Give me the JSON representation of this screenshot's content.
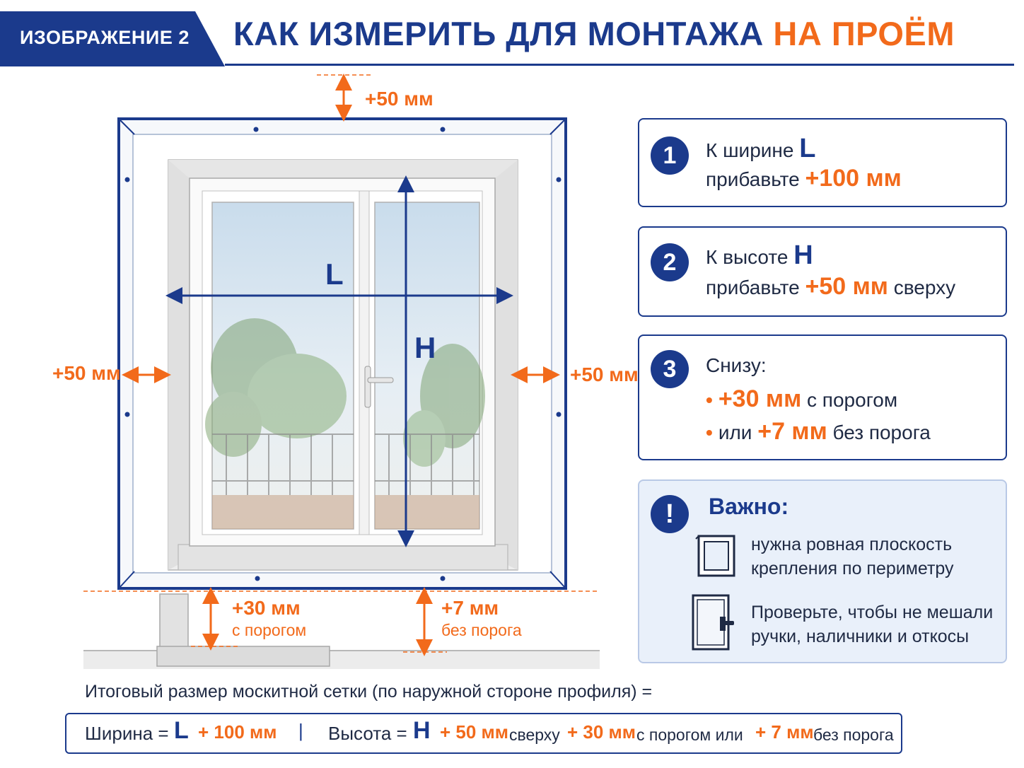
{
  "header": {
    "badge": "ИЗОБРАЖЕНИЕ 2",
    "title_part1": "КАК ИЗМЕРИТЬ ДЛЯ МОНТАЖА",
    "title_part2": "НА ПРОЁМ"
  },
  "diagram": {
    "top_margin": "+50 мм",
    "left_margin": "+50 мм",
    "right_margin": "+50 мм",
    "width_letter": "L",
    "height_letter": "H",
    "bottom_threshold_value": "+30 мм",
    "bottom_threshold_label": "с порогом",
    "bottom_nothreshold_value": "+7 мм",
    "bottom_nothreshold_label": "без порога"
  },
  "cards": [
    {
      "number": "1",
      "line1_text": "К ширине",
      "line1_letter": "L",
      "line2_text": "прибавьте",
      "line2_value": "+100 мм",
      "line2_suffix": ""
    },
    {
      "number": "2",
      "line1_text": "К высоте",
      "line1_letter": "H",
      "line2_text": "прибавьте",
      "line2_value": "+50 мм",
      "line2_suffix": "сверху"
    },
    {
      "number": "3",
      "title": "Снизу:",
      "bullet1_value": "+30 мм",
      "bullet1_text": "с порогом",
      "bullet2_prefix": "или",
      "bullet2_value": "+7 мм",
      "bullet2_text": "без порога"
    }
  ],
  "important": {
    "icon": "!",
    "title": "Важно:",
    "item1_line1": "нужна ровная плоскость",
    "item1_line2": "крепления по периметру",
    "item2_line1": "Проверьте, чтобы не мешали",
    "item2_line2": "ручки, наличники и откосы"
  },
  "formula": {
    "caption": "Итоговый размер москитной сетки (по наружной стороне профиля) =",
    "width_label": "Ширина =",
    "width_letter": "L",
    "width_add": "+ 100 мм",
    "separator": "|",
    "height_label": "Высота =",
    "height_letter": "H",
    "height_add1": "+ 50 мм",
    "height_add1_suffix": "сверху",
    "height_add2": "+ 30 мм",
    "height_add2_suffix": "с порогом или",
    "height_add3": "+ 7 мм",
    "height_add3_suffix": "без порога"
  },
  "colors": {
    "navy": "#1b3a8c",
    "orange": "#f26a1b",
    "light_panel": "#e9f0fa"
  }
}
